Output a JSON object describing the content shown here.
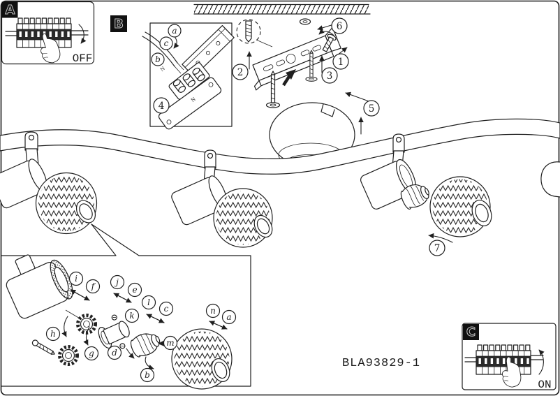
{
  "document": {
    "part_number": "BLA93829-1",
    "line_color": "#1f1f1f",
    "background_color": "#ffffff"
  },
  "panels": {
    "a": {
      "label": "A",
      "status_label": "OFF"
    },
    "b": {
      "label": "B"
    },
    "c": {
      "label": "C",
      "status_label": "ON"
    }
  },
  "callouts": {
    "steps": [
      "1",
      "2",
      "3",
      "4",
      "5",
      "6",
      "7"
    ],
    "wiring": [
      "a",
      "b",
      "c"
    ],
    "terminal_markings": [
      "N",
      "N"
    ],
    "parts": [
      "a",
      "b",
      "c",
      "d",
      "e",
      "f",
      "g",
      "h",
      "i",
      "j",
      "k",
      "l",
      "m",
      "n"
    ]
  }
}
